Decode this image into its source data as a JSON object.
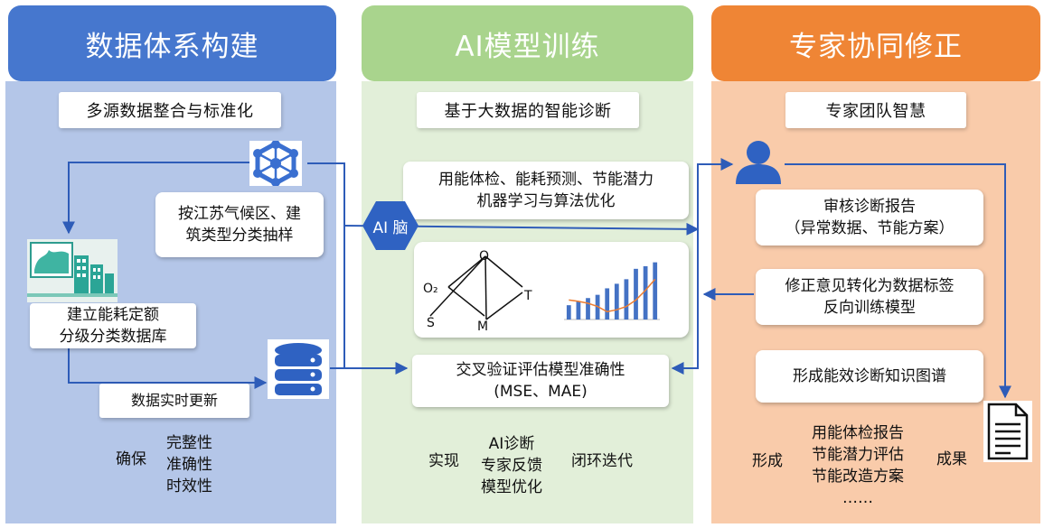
{
  "columns": [
    {
      "title": "数据体系构建",
      "color": "#4677CE",
      "bg": "#B4C6E8",
      "subtitle": "多源数据整合与标准化"
    },
    {
      "title": "AI模型训练",
      "color": "#A9D48D",
      "bg": "#E2EFD9",
      "subtitle": "基于大数据的智能诊断"
    },
    {
      "title": "专家协同修正",
      "color": "#EF8535",
      "bg": "#F9CBAA",
      "subtitle": "专家团队智慧"
    }
  ],
  "col1": {
    "sampling": [
      "按江苏气候区、建",
      "筑类型分类抽样"
    ],
    "database": [
      "建立能耗定额",
      "分级分类数据库"
    ],
    "update": "数据实时更新",
    "ensure_label": "确保",
    "ensure_items": [
      "完整性",
      "准确性",
      "时效性"
    ]
  },
  "col2": {
    "ai_badge": "AI 脑",
    "functions": [
      "用能体检、能耗预测、节能潜力",
      "机器学习与算法优化"
    ],
    "graph_nodes": [
      "O",
      "O₂",
      "T",
      "S",
      "M"
    ],
    "validate": [
      "交叉验证评估模型准确性",
      "(MSE、MAE)"
    ],
    "realize_label": "实现",
    "realize_items": [
      "AI诊断",
      "专家反馈",
      "模型优化"
    ],
    "loop_label": "闭环迭代"
  },
  "col3": {
    "review": [
      "审核诊断报告",
      "（异常数据、节能方案）"
    ],
    "feedback": [
      "修正意见转化为数据标签",
      "反向训练模型"
    ],
    "knowledge": "形成能效诊断知识图谱",
    "form_label": "形成",
    "form_items": [
      "用能体检报告",
      "节能潜力评估",
      "节能改造方案",
      "……"
    ],
    "result_label": "成果"
  },
  "mini_chart": {
    "type": "bar",
    "values": [
      22,
      28,
      33,
      38,
      48,
      55,
      62,
      78,
      82,
      88
    ],
    "line": [
      30,
      28,
      25,
      20,
      12,
      15,
      20,
      30,
      45,
      62
    ]
  }
}
